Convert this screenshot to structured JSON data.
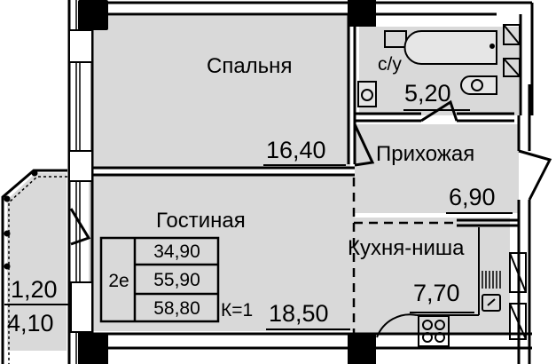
{
  "rooms": {
    "bedroom": {
      "name": "Спальня",
      "area": "16,40"
    },
    "bathroom": {
      "name": "с/у",
      "area": "5,20"
    },
    "hallway": {
      "name": "Прихожая",
      "area": "6,90"
    },
    "living": {
      "name": "Гостиная",
      "area": "18,50"
    },
    "kitchen": {
      "name": "Кухня-ниша",
      "area": "7,70"
    },
    "balcony": {
      "area_actual": "1,20",
      "area_full": "4,10"
    }
  },
  "summary": {
    "apartment_type": "2е",
    "living_area": "34,90",
    "total_area": "55,90",
    "total_with_balcony": "58,80",
    "coefficient": "К=1"
  },
  "colors": {
    "room_fill": "#d9d9d9",
    "wall": "#000000",
    "background": "#ffffff"
  }
}
